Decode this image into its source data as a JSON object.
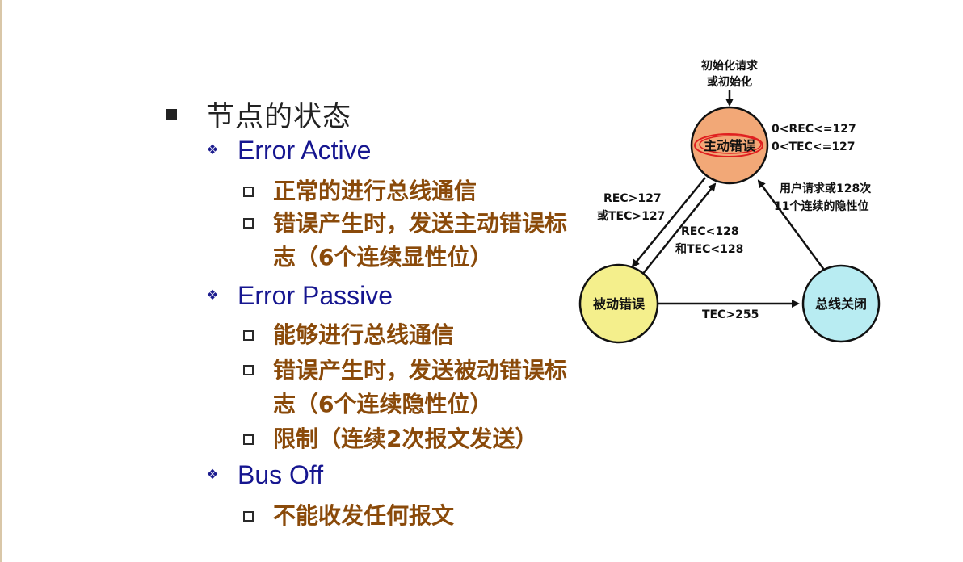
{
  "slide": {
    "heading": "节点的状态",
    "sections": [
      {
        "title": "Error Active",
        "items": [
          "正常的进行总线通信",
          "错误产生时，发送主动错误标志（6个连续显性位）"
        ]
      },
      {
        "title": "Error Passive",
        "items": [
          "能够进行总线通信",
          "错误产生时，发送被动错误标志（6个连续隐性位）",
          "限制（连续2次报文发送）"
        ]
      },
      {
        "title": "Bus Off",
        "items": [
          "不能收发任何报文"
        ]
      }
    ]
  },
  "diagram": {
    "init_label_line1": "初始化请求",
    "init_label_line2": "或初始化",
    "nodes": {
      "active": {
        "label": "主动错误",
        "color": "#f2a877"
      },
      "passive": {
        "label": "被动错误",
        "color": "#f4ef8c"
      },
      "busoff": {
        "label": "总线关闭",
        "color": "#b8ecf2"
      }
    },
    "transitions": {
      "active_stay_line1": "0<REC<=127",
      "active_stay_line2": "0<TEC<=127",
      "active_to_passive_line1": "REC>127",
      "active_to_passive_line2": "或TEC>127",
      "passive_to_active_line1": "REC<128",
      "passive_to_active_line2": "和TEC<128",
      "passive_to_busoff": "TEC>255",
      "busoff_to_active_line1": "用户请求或128次",
      "busoff_to_active_line2": "11个连续的隐性位"
    },
    "annotation_color": "#e02020"
  }
}
